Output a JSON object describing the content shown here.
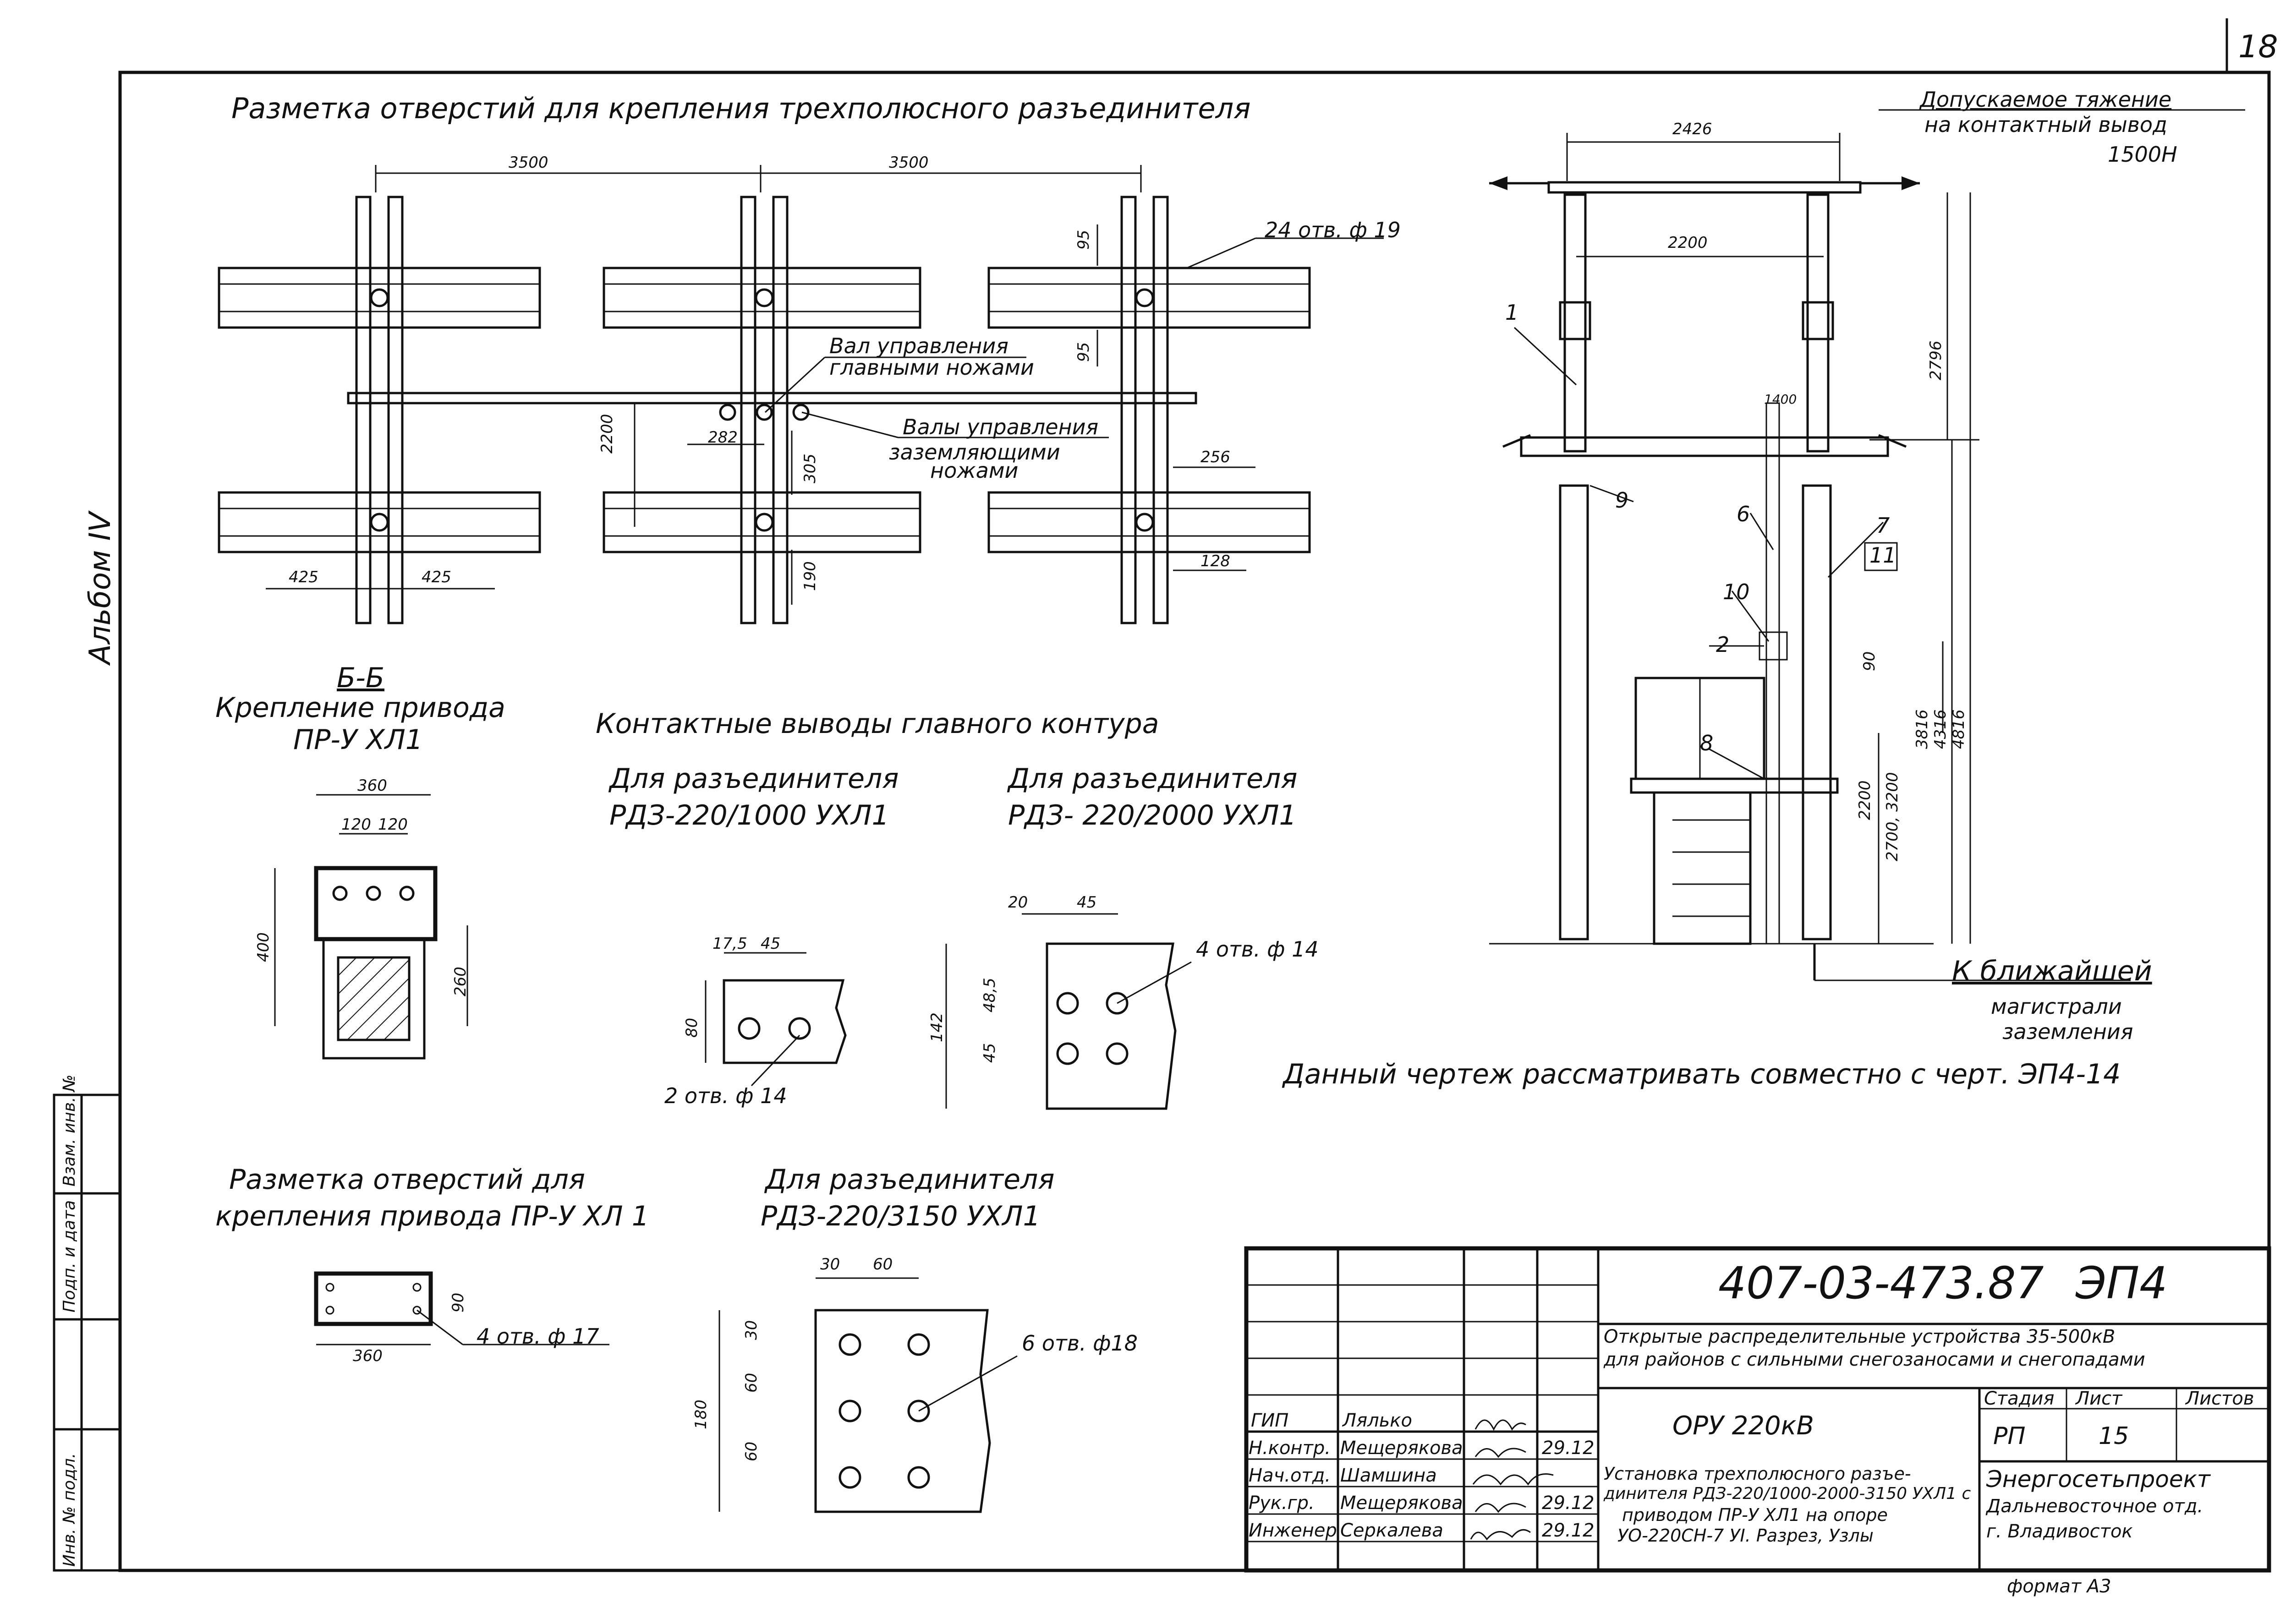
{
  "page_number": "18",
  "album": "Альбом IV",
  "top_section": {
    "title": "Разметка отверстий для крепления трехполюсного разъединителя",
    "dims": [
      "3500",
      "3500",
      "2200",
      "425",
      "425",
      "95",
      "95",
      "24 отв. ф 19",
      "282",
      "305",
      "190",
      "256",
      "128"
    ],
    "leaders": {
      "main_shaft_1": "Вал управления",
      "main_shaft_2": "главными ножами",
      "ground_shafts_1": "Валы управления",
      "ground_shafts_2": "заземляющими",
      "ground_shafts_3": "ножами"
    }
  },
  "section_bb": {
    "mark": "Б-Б",
    "title_1": "Крепление привода",
    "title_2": "ПР-У ХЛ1",
    "dims": [
      "360",
      "120",
      "120",
      "400",
      "260"
    ]
  },
  "contacts": {
    "title": "Контактные выводы главного контура",
    "rdz_1000": {
      "title_1": "Для разъединителя",
      "title_2": "РДЗ-220/1000 УХЛ1",
      "dims": [
        "17,5",
        "45",
        "80"
      ],
      "holes": "2 отв. ф 14"
    },
    "rdz_2000": {
      "title_1": "Для разъединителя",
      "title_2": "РДЗ- 220/2000 УХЛ1",
      "dims": [
        "20",
        "45",
        "142",
        "45",
        "48,5"
      ],
      "holes": "4 отв. ф 14"
    },
    "rdz_3150": {
      "title_1": "Для разъединителя",
      "title_2": "РДЗ-220/3150 УХЛ1",
      "dims": [
        "30",
        "60",
        "180",
        "30",
        "60",
        "60"
      ],
      "holes": "6 отв. ф18"
    }
  },
  "drive_holes": {
    "title_1": "Разметка отверстий для",
    "title_2": "крепления привода ПР-У ХЛ 1",
    "dims": [
      "360",
      "90"
    ],
    "holes": "4 отв. ф 17"
  },
  "elevation": {
    "tension_1": "Допускаемое тяжение",
    "tension_2": "на контактный вывод",
    "tension_3": "1500Н",
    "dims": [
      "2426",
      "2200",
      "2796",
      "1400",
      "90",
      "2200",
      "2700, 3200",
      "3816",
      "4316",
      "4816"
    ],
    "callouts": [
      "1",
      "9",
      "6",
      "10",
      "2",
      "8",
      "7",
      "11"
    ],
    "ground_1": "К ближайшей",
    "ground_2": "магистрали",
    "ground_3": "заземления"
  },
  "note": "Данный чертеж рассматривать совместно с черт. ЭП4-14",
  "side_stamp": {
    "inv_orig": "Инв. № подл.",
    "sign_date": "Подп. и дата",
    "inv_repl": "Взам. инв. №"
  },
  "title_block": {
    "code": "407-03-473.87",
    "sheet_code": "ЭП4",
    "project_title_1": "Открытые распределительные устройства 35-500кВ",
    "project_title_2": "для районов с сильными снегозаносами и снегопадами",
    "object": "ОРУ 220кВ",
    "stage_label": "Стадия",
    "sheet_label": "Лист",
    "sheets_label": "Листов",
    "stage": "РП",
    "sheet": "15",
    "sheets": "",
    "desc_1": "Установка трехполюсного разъе-",
    "desc_2": "динителя РДЗ-220/1000-2000-3150 УХЛ1 с",
    "desc_3": "приводом ПР-У ХЛ1 на опоре",
    "desc_4": "УО-220СН-7 УI. Разрез, Узлы",
    "org_1": "Энергосетьпроект",
    "org_2": "Дальневосточное отд.",
    "org_3": "г. Владивосток",
    "format": "формат А3",
    "staff": [
      {
        "role": "ГИП",
        "name": "Лялько",
        "date": ""
      },
      {
        "role": "Н.контр.",
        "name": "Мещерякова",
        "date": "29.12"
      },
      {
        "role": "Нач.отд.",
        "name": "Шамшина",
        "date": ""
      },
      {
        "role": "Рук.гр.",
        "name": "Мещерякова",
        "date": "29.12"
      },
      {
        "role": "Инженер",
        "name": "Серкалева",
        "date": "29.12"
      }
    ]
  }
}
